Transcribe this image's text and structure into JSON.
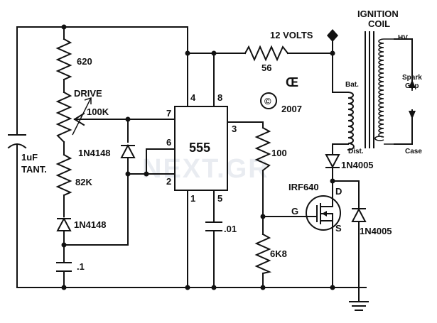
{
  "coil": {
    "line1": "IGNITION",
    "line2": "COIL",
    "hv": "HV.",
    "bat": "Bat.",
    "dist": "Dist.",
    "case": "Case"
  },
  "spark_gap": {
    "line1": "Spark",
    "line2": "Gap"
  },
  "supply": {
    "label": "12 VOLTS"
  },
  "copyright": {
    "symbol": "©",
    "year": "2007",
    "logo": "Œ"
  },
  "ic": {
    "name": "555",
    "pin7": "7",
    "pin6": "6",
    "pin2": "2",
    "pin4": "4",
    "pin8": "8",
    "pin3": "3",
    "pin1": "1",
    "pin5": "5"
  },
  "components": {
    "r620": "620",
    "drive": "DRIVE",
    "pot": "100K",
    "r82k": "82K",
    "d1": "1N4148",
    "d2": "1N4148",
    "c_tant": "1uF",
    "c_tant2": "TANT.",
    "c_01": ".01",
    "c_1": ".1",
    "r56": "56",
    "r100": "100",
    "r6k8": "6K8",
    "mosfet": "IRF640",
    "gate": "G",
    "drain": "D",
    "source": "S",
    "d3": "1N4005",
    "d4": "1N4005"
  },
  "watermark": "NEXT.GR"
}
